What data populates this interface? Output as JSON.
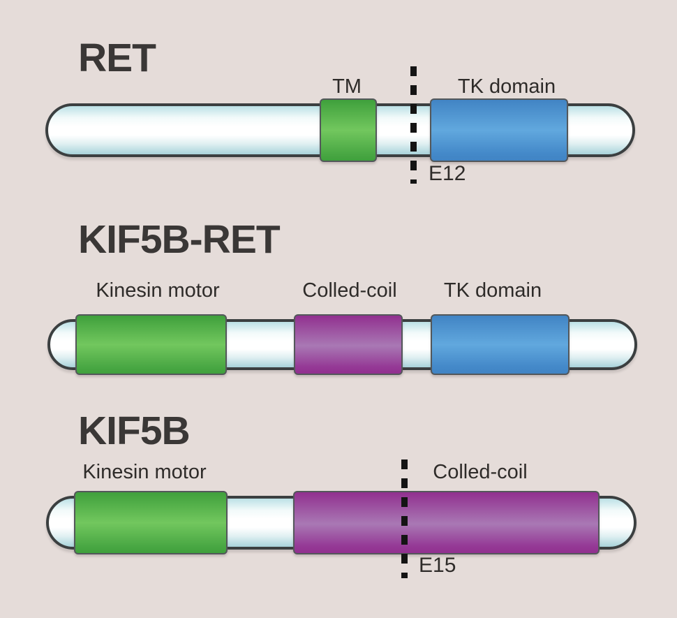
{
  "colors": {
    "background": "#e5dcd9",
    "title_text": "#3a3736",
    "label_text": "#2e2b29",
    "bar_outline": "#3b3f40",
    "bar_edge_top": "#bce1e6",
    "bar_edge_bottom": "#a8d3da",
    "bar_center": "#ffffff",
    "domain_outline": "#53575a",
    "green_dark": "#3fa03c",
    "green_light": "#72c75e",
    "blue_dark": "#4184c4",
    "blue_light": "#61a8de",
    "purple_dark": "#91308f",
    "purple_light": "#a978b4",
    "dash": "#141414"
  },
  "rows": [
    {
      "title": "RET",
      "domains": [
        {
          "label": "TM",
          "color": "green"
        },
        {
          "label": "TK domain",
          "color": "blue"
        }
      ],
      "breakpoint": {
        "label": "E12"
      }
    },
    {
      "title": "KIF5B-RET",
      "domains": [
        {
          "label": "Kinesin motor",
          "color": "green"
        },
        {
          "label": "Colled-coil",
          "color": "purple"
        },
        {
          "label": "TK domain",
          "color": "blue"
        }
      ]
    },
    {
      "title": "KIF5B",
      "domains": [
        {
          "label": "Kinesin motor",
          "color": "green"
        },
        {
          "label": "Colled-coil",
          "color": "purple"
        }
      ],
      "breakpoint": {
        "label": "E15"
      }
    }
  ]
}
